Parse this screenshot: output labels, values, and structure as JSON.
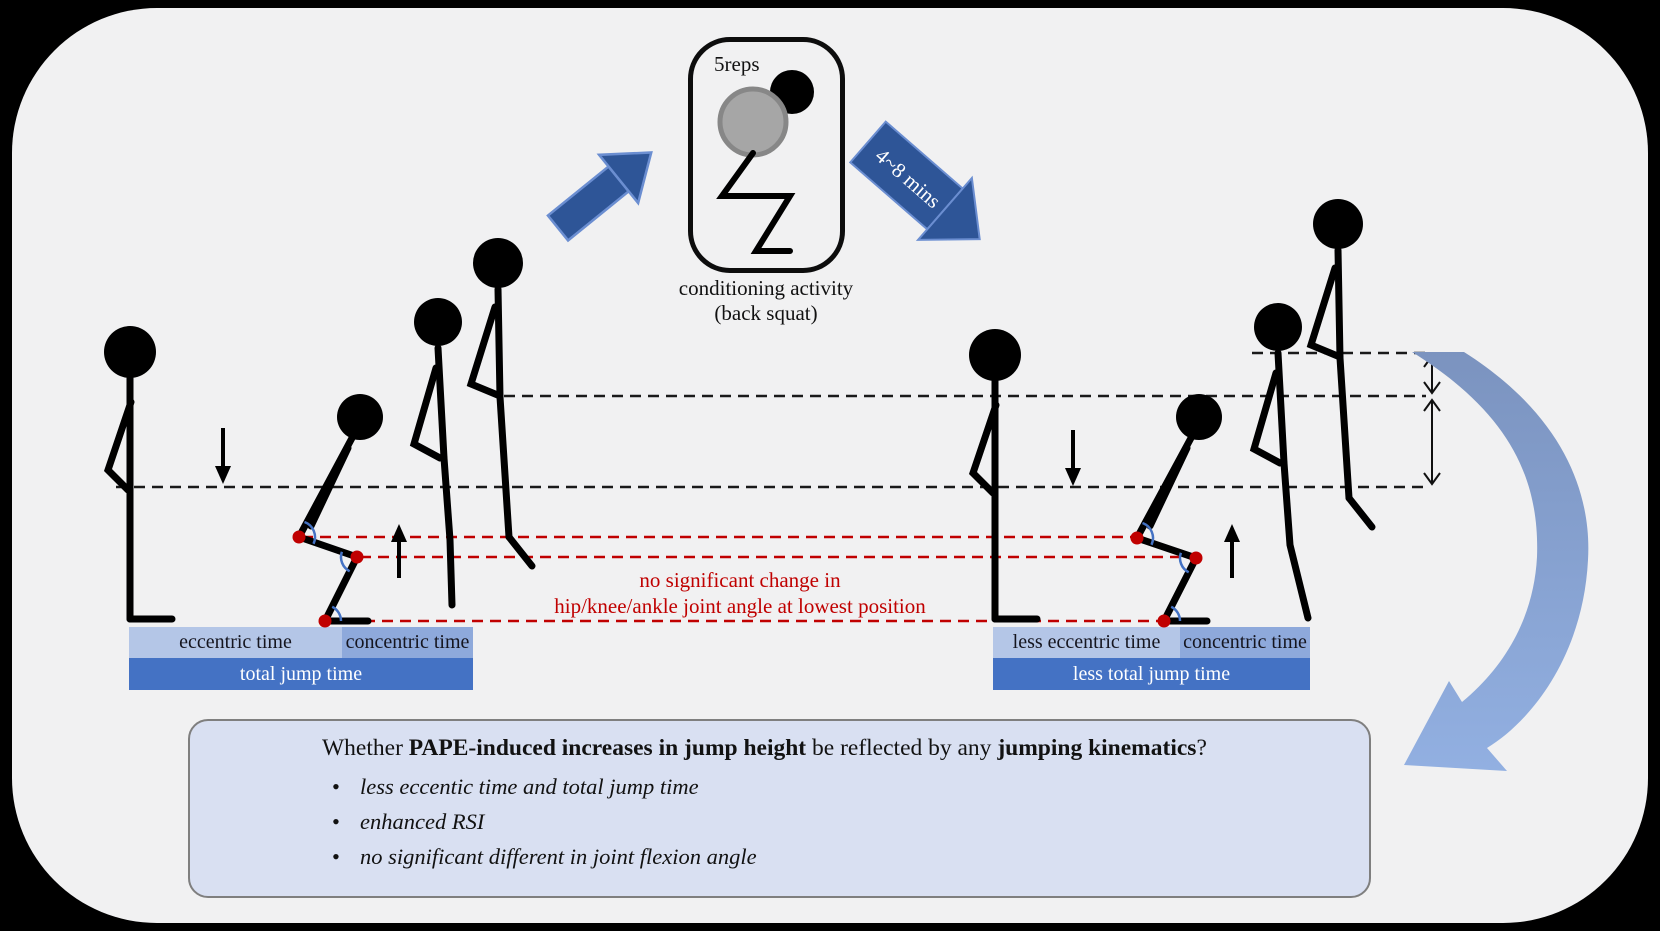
{
  "colors": {
    "panel_bg": "#f1f1f2",
    "accent_blue": "#2e5597",
    "curved_arrow_top": "#7b93bf",
    "curved_arrow_bottom": "#93b1e3",
    "bar_light": "#b4c6e7",
    "bar_medium": "#8ea9db",
    "bar_dark": "#4472c4",
    "red": "#c00000",
    "question_box_bg": "#d9e0f2"
  },
  "conditioning": {
    "reps": "5reps",
    "caption_line1": "conditioning activity",
    "caption_line2": "(back squat)",
    "interval_label": "4~8 mins"
  },
  "annotation_red": {
    "line1": "no significant change in",
    "line2": "hip/knee/ankle joint angle at lowest position"
  },
  "timing_bars": {
    "pre": {
      "eccentric": "eccentric time",
      "concentric": "concentric time",
      "total": "total jump time"
    },
    "post": {
      "eccentric": "less eccentric time",
      "concentric": "concentric time",
      "total": "less total jump time"
    }
  },
  "question_box": {
    "q_normal1": "Whether ",
    "q_bold1": "PAPE-induced increases in jump height",
    "q_normal2": " be reflected by any ",
    "q_bold2": "jumping kinematics",
    "q_normal3": "?",
    "bullets": [
      "less eccentic time and total jump time",
      "enhanced RSI",
      "no significant different in joint flexion angle"
    ]
  }
}
